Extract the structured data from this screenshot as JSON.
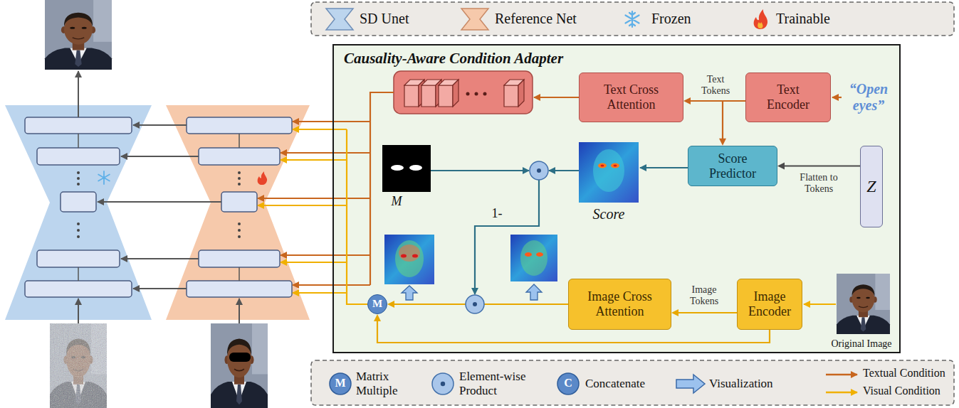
{
  "diagram": {
    "nodes": [
      {
        "text": [
          "Causality-Aware Condition Adapter"
        ]
      },
      {
        "text": [
          "Text Cross Attention"
        ],
        "in": 0
      },
      {
        "text": [
          "Text Encoder"
        ],
        "in": 0
      },
      {
        "text": [
          "Score Predictor"
        ],
        "in": 0
      },
      {
        "text": [
          "Z"
        ],
        "in": 0
      },
      {
        "text": [
          "M"
        ],
        "in": 0
      },
      {
        "text": [
          "Image Cross Attention"
        ],
        "in": 0
      },
      {
        "text": [
          "Image Encoder"
        ],
        "in": 0
      }
    ],
    "edges": [
      {
        "from": 2,
        "to": 1,
        "arrow": "to",
        "label": "Text Tokens"
      },
      {
        "from": 2,
        "to": 3,
        "arrow": "to"
      },
      {
        "from": 4,
        "to": 3,
        "arrow": "to",
        "label": "Flatten to Tokens"
      },
      {
        "from": 7,
        "to": 6,
        "arrow": "to",
        "label": "Image Tokens"
      },
      {
        "from": 6,
        "to": 5,
        "arrow": "to"
      },
      {
        "from": 7,
        "to": 5,
        "arrow": "to"
      }
    ],
    "labels": [
      "“Open eyes”",
      "M",
      "Score",
      "1-",
      "Original Image",
      "M",
      "C"
    ],
    "legend": [
      {
        "text": "SD Unet"
      },
      {
        "text": "Reference Net"
      },
      {
        "text": "Frozen"
      },
      {
        "text": "Trainable"
      },
      {
        "text": "Matrix Multiple"
      },
      {
        "text": "Element-wise Product"
      },
      {
        "text": "Concatenate"
      },
      {
        "text": "Visualization"
      },
      {
        "text": "Textual Condition"
      },
      {
        "text": "Visual Condition"
      }
    ]
  }
}
